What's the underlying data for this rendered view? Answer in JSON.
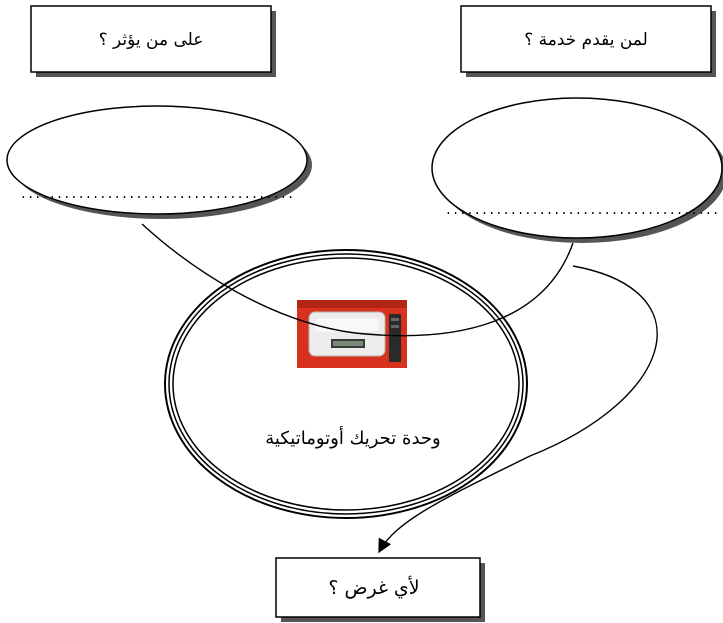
{
  "boxes": {
    "influence_question": "على من يؤثر ؟",
    "service_question": "لمن يقدم خدمة ؟",
    "purpose_question": "لأي غرض ؟"
  },
  "ellipses": {
    "left_blank": "......................................",
    "right_blank": "......................................"
  },
  "center": {
    "label": "وحدة تحريك أوتوماتيكية",
    "image_icon": "automatic-drive-unit-device"
  },
  "colors": {
    "device_red": "#d8321e",
    "device_body": "#e9e9e9",
    "line": "#000000",
    "shadow": "#555555"
  }
}
